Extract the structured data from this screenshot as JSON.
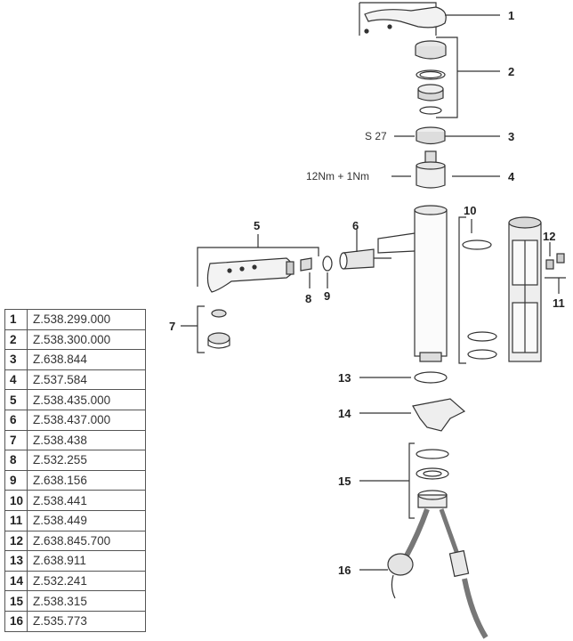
{
  "callouts": {
    "c1": "1",
    "c2": "2",
    "c3": "3",
    "c4": "4",
    "c5": "5",
    "c6": "6",
    "c7": "7",
    "c8": "8",
    "c9": "9",
    "c10": "10",
    "c11": "11",
    "c12": "12",
    "c13": "13",
    "c14": "14",
    "c15": "15",
    "c16": "16"
  },
  "notes": {
    "wrench_size": "S 27",
    "torque": "12Nm + 1Nm"
  },
  "parts": [
    {
      "num": "1",
      "code": "Z.538.299.000"
    },
    {
      "num": "2",
      "code": "Z.538.300.000"
    },
    {
      "num": "3",
      "code": "Z.638.844"
    },
    {
      "num": "4",
      "code": "Z.537.584"
    },
    {
      "num": "5",
      "code": "Z.538.435.000"
    },
    {
      "num": "6",
      "code": "Z.538.437.000"
    },
    {
      "num": "7",
      "code": "Z.538.438"
    },
    {
      "num": "8",
      "code": "Z.532.255"
    },
    {
      "num": "9",
      "code": "Z.638.156"
    },
    {
      "num": "10",
      "code": "Z.538.441"
    },
    {
      "num": "11",
      "code": "Z.538.449"
    },
    {
      "num": "12",
      "code": "Z.638.845.700"
    },
    {
      "num": "13",
      "code": "Z.638.911"
    },
    {
      "num": "14",
      "code": "Z.532.241"
    },
    {
      "num": "15",
      "code": "Z.538.315"
    },
    {
      "num": "16",
      "code": "Z.535.773"
    }
  ]
}
